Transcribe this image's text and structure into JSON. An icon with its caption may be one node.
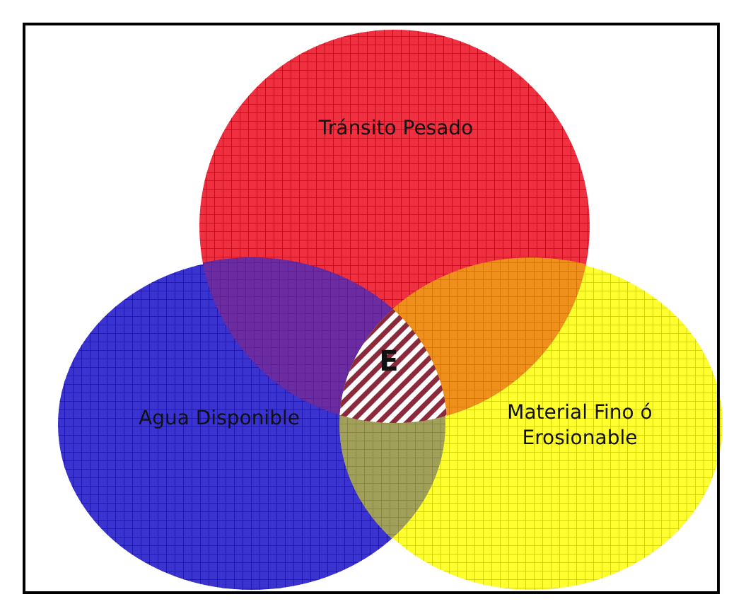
{
  "diagram": {
    "nodes": [
      {
        "text": [
          "Tránsito Pesado"
        ]
      },
      {
        "text": [
          "Agua Disponible"
        ]
      },
      {
        "text": [
          "Material Fino ó Erosionable"
        ]
      },
      {
        "text": [
          "E"
        ]
      }
    ],
    "edges": []
  }
}
